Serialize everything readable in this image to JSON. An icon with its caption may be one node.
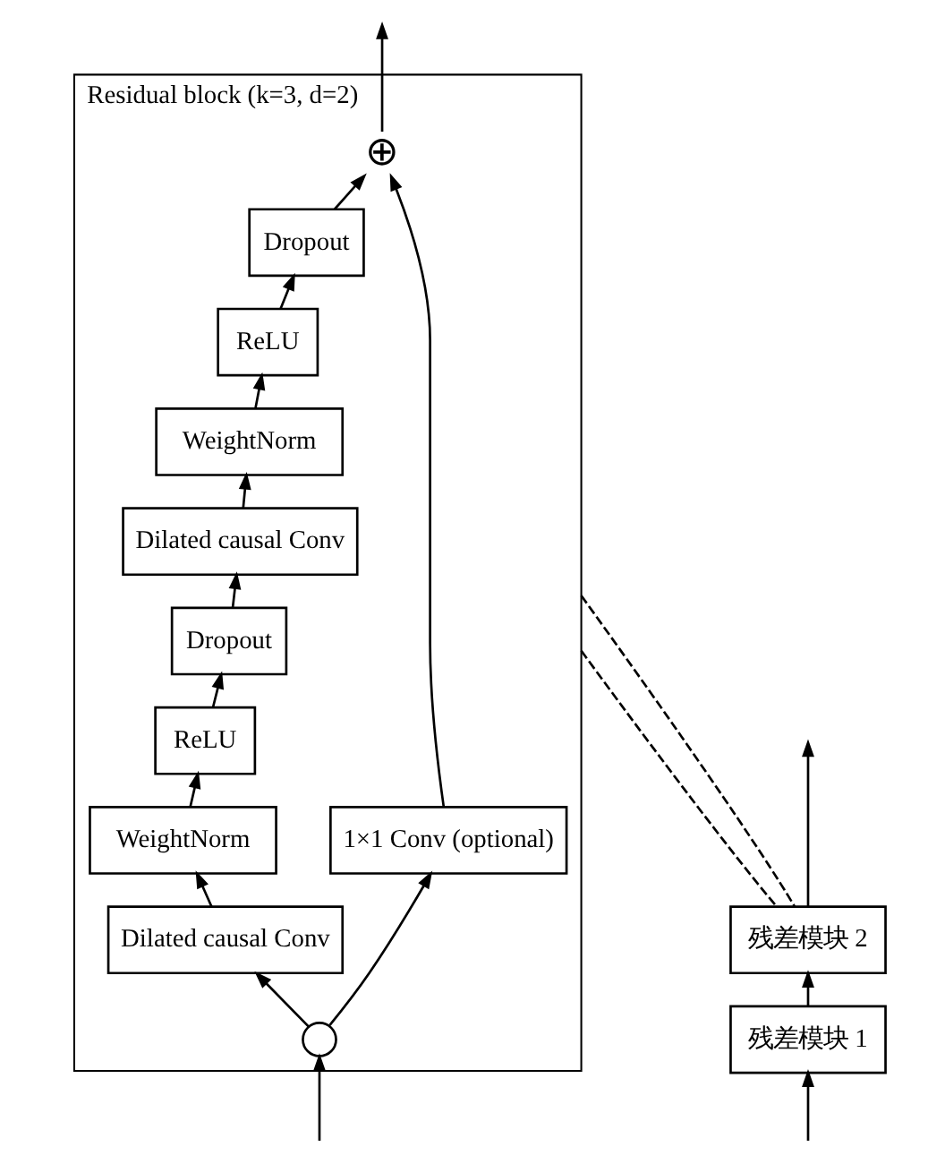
{
  "diagram": {
    "nodes": [
      {
        "text": [
          "Residual block (k=3, d=2)"
        ]
      },
      {
        "text": [
          "Dropout"
        ],
        "in": 0
      },
      {
        "text": [
          "ReLU"
        ],
        "in": 0
      },
      {
        "text": [
          "WeightNorm"
        ],
        "in": 0
      },
      {
        "text": [
          "Dilated causal Conv"
        ],
        "in": 0
      },
      {
        "text": [
          "Dropout"
        ],
        "in": 0
      },
      {
        "text": [
          "ReLU"
        ],
        "in": 0
      },
      {
        "text": [
          "WeightNorm"
        ],
        "in": 0
      },
      {
        "text": [
          "Dilated causal Conv"
        ],
        "in": 0
      },
      {
        "text": [
          "⊕"
        ],
        "in": 0
      },
      {
        "text": [
          "1×1 Conv (optional)"
        ],
        "in": 0
      },
      {
        "text": [],
        "shape": "circle",
        "in": 0
      },
      {
        "text": [
          "残差模块 2"
        ]
      },
      {
        "text": [
          "残差模块 1"
        ]
      }
    ],
    "edges": [
      {
        "from": null,
        "to": 11,
        "arrow": "to"
      },
      {
        "from": 11,
        "to": 8,
        "arrow": "to"
      },
      {
        "from": 8,
        "to": 7,
        "arrow": "to"
      },
      {
        "from": 7,
        "to": 6,
        "arrow": "to"
      },
      {
        "from": 6,
        "to": 5,
        "arrow": "to"
      },
      {
        "from": 5,
        "to": 4,
        "arrow": "to"
      },
      {
        "from": 4,
        "to": 3,
        "arrow": "to"
      },
      {
        "from": 3,
        "to": 2,
        "arrow": "to"
      },
      {
        "from": 2,
        "to": 1,
        "arrow": "to"
      },
      {
        "from": 1,
        "to": 9,
        "arrow": "to"
      },
      {
        "from": 11,
        "to": 10,
        "arrow": "to"
      },
      {
        "from": 10,
        "to": 9,
        "arrow": "to"
      },
      {
        "from": 9,
        "to": null,
        "arrow": "to"
      },
      {
        "from": 0,
        "to": 12,
        "arrow": "none",
        "style": "dashed"
      },
      {
        "from": 0,
        "to": 12,
        "arrow": "none",
        "style": "dashed"
      },
      {
        "from": null,
        "to": 13,
        "arrow": "to"
      },
      {
        "from": 13,
        "to": 12,
        "arrow": "to"
      },
      {
        "from": 12,
        "to": null,
        "arrow": "to"
      }
    ]
  }
}
